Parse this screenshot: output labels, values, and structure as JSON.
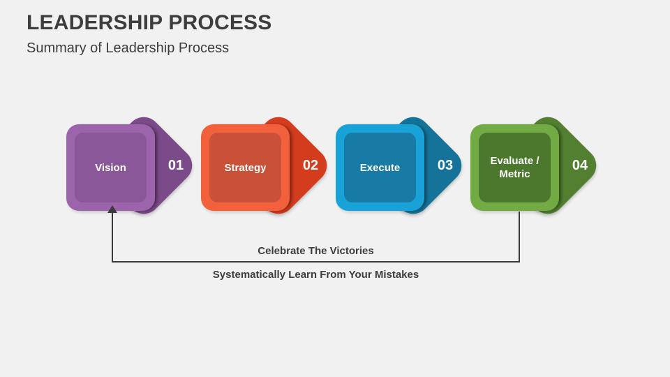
{
  "slide": {
    "title": "LEADERSHIP PROCESS",
    "subtitle": "Summary of Leadership Process",
    "background_color": "#f1f1f2",
    "text_color": "#3d3d3d"
  },
  "process": {
    "steps": [
      {
        "label": "Vision",
        "number": "01",
        "colors": {
          "body": "#9b64ab",
          "inner": "#8a5898",
          "arrow": "#7b4a88"
        }
      },
      {
        "label": "Strategy",
        "number": "02",
        "colors": {
          "body": "#f2603c",
          "inner": "#c95138",
          "arrow": "#d43c1e"
        }
      },
      {
        "label": "Execute",
        "number": "03",
        "colors": {
          "body": "#18a2d8",
          "inner": "#187ba6",
          "arrow": "#157399"
        }
      },
      {
        "label": "Evaluate / Metric",
        "number": "04",
        "colors": {
          "body": "#72ab44",
          "inner": "#4c782e",
          "arrow": "#537f31"
        }
      }
    ]
  },
  "feedback_loop": {
    "line_color": "#3a3a3a",
    "caption_top": "Celebrate The Victories",
    "caption_bottom": "Systematically Learn From Your Mistakes"
  }
}
